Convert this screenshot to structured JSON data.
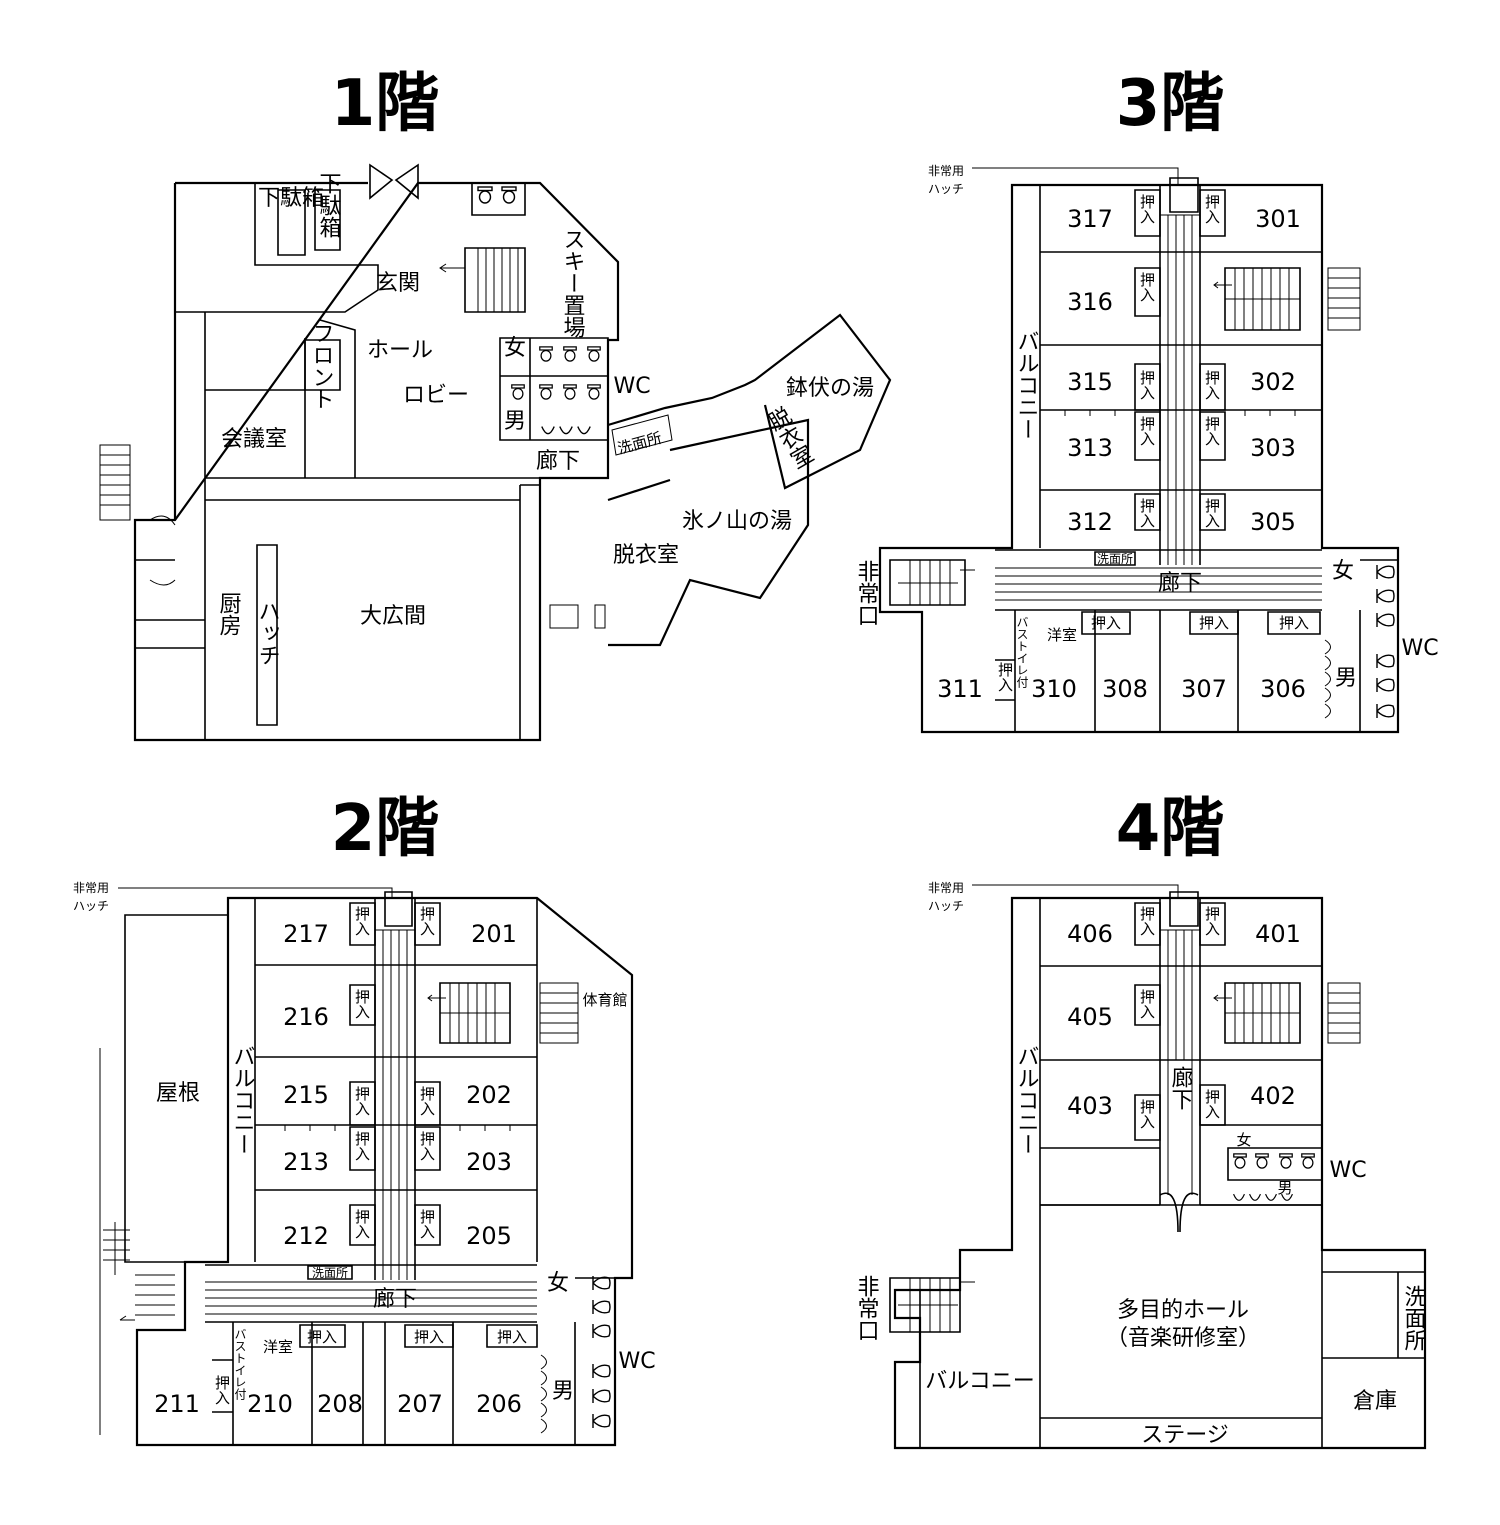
{
  "floors": {
    "f1": {
      "title": "1階",
      "rooms": {
        "geta1": "下駄箱",
        "geta2": "下駄箱",
        "genkan": "玄関",
        "ski": "スキー置場",
        "front": "フロント",
        "hall": "ホール",
        "lobby": "ロビー",
        "kaigi": "会議室",
        "women": "女",
        "men": "男",
        "wc": "WC",
        "senmen": "洗面所",
        "rouka": "廊下",
        "datsui_small": "脱衣室",
        "hachibuse": "鉢伏の湯",
        "hyonosen": "氷ノ山の湯",
        "datsui": "脱衣室",
        "kitchen": "厨房",
        "hatch": "ハッチ",
        "daihiroma": "大広間"
      }
    },
    "f2": {
      "title": "2階",
      "hatch_note": [
        "非常用",
        "ハッチ"
      ],
      "rooms": {
        "r217": "217",
        "r201": "201",
        "r216": "216",
        "r215": "215",
        "r202": "202",
        "r213": "213",
        "r203": "203",
        "r212": "212",
        "r205": "205",
        "r211": "211",
        "r210": "210",
        "r208": "208",
        "r207": "207",
        "r206": "206",
        "roof": "屋根",
        "balcony": "バルコニー",
        "gym": "体育館",
        "senmen": "洗面所",
        "rouka": "廊下",
        "women": "女",
        "men": "男",
        "wc": "WC",
        "youshitsu": "洋室",
        "bath_toilet": "バストイレ付",
        "oshiire": "押入"
      }
    },
    "f3": {
      "title": "3階",
      "hatch_note": [
        "非常用",
        "ハッチ"
      ],
      "rooms": {
        "r317": "317",
        "r301": "301",
        "r316": "316",
        "r315": "315",
        "r302": "302",
        "r313": "313",
        "r303": "303",
        "r312": "312",
        "r305": "305",
        "r311": "311",
        "r310": "310",
        "r308": "308",
        "r307": "307",
        "r306": "306",
        "balcony": "バルコニー",
        "exit": "非常口",
        "senmen": "洗面所",
        "rouka": "廊下",
        "women": "女",
        "men": "男",
        "wc": "WC",
        "youshitsu": "洋室",
        "bath_toilet": "バストイレ付",
        "oshiire": "押入"
      }
    },
    "f4": {
      "title": "4階",
      "hatch_note": [
        "非常用",
        "ハッチ"
      ],
      "rooms": {
        "r406": "406",
        "r401": "401",
        "r405": "405",
        "r403": "403",
        "r402": "402",
        "rouka": "廊下",
        "women": "女",
        "men": "男",
        "wc": "WC",
        "balcony_v": "バルコニー",
        "exit": "非常口",
        "hall_line1": "多目的ホール",
        "hall_line2": "（音楽研修室）",
        "senmen": "洗面所",
        "balcony": "バルコニー",
        "souko": "倉庫",
        "stage": "ステージ",
        "oshiire": "押入"
      }
    }
  }
}
